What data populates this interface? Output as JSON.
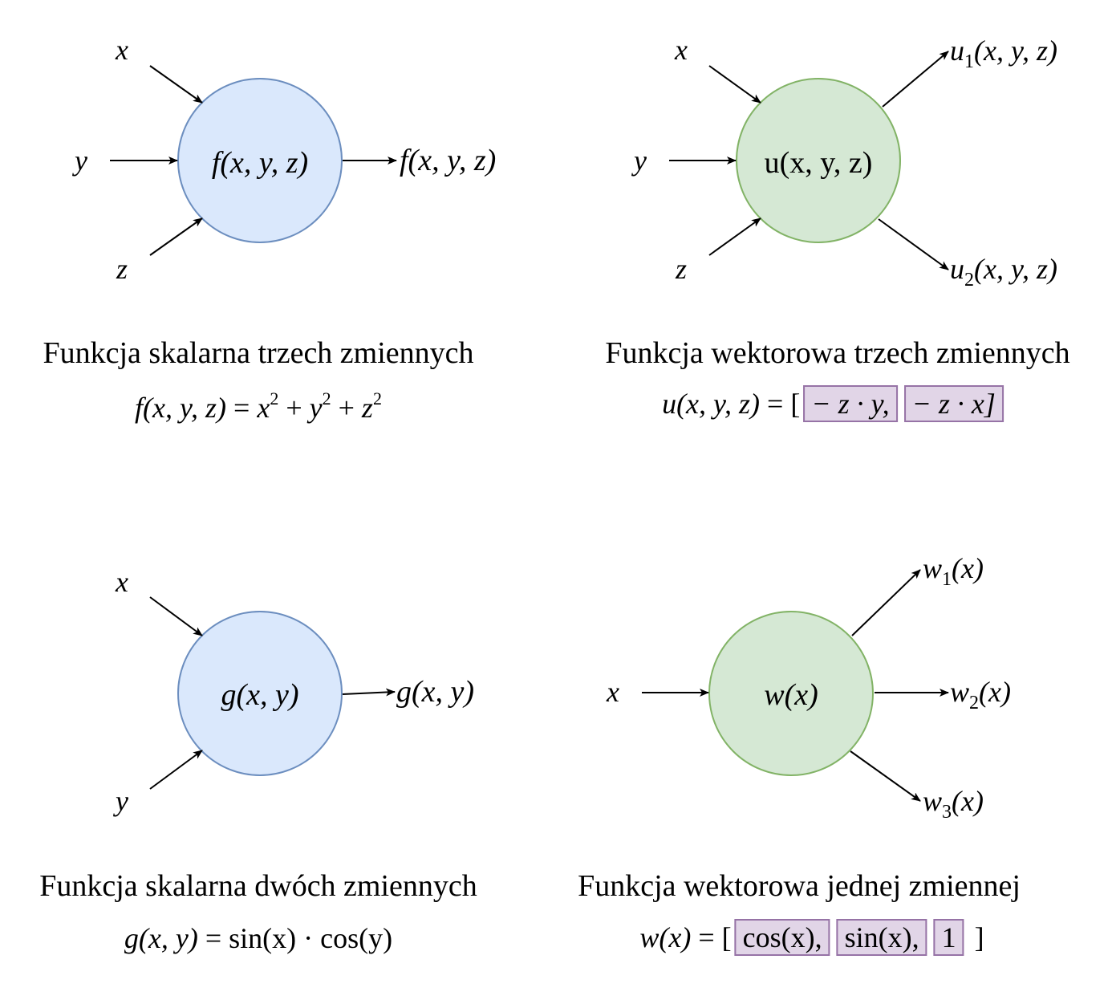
{
  "colors": {
    "blue_fill": "#dae8fc",
    "blue_stroke": "#6c8ebf",
    "green_fill": "#d5e8d4",
    "green_stroke": "#82b366",
    "purple_fill": "#e1d5e7",
    "purple_stroke": "#9673a6"
  },
  "panel1": {
    "inputs": [
      "x",
      "y",
      "z"
    ],
    "node": "f(x, y, z)",
    "output": "f(x, y, z)",
    "caption": "Funkcja skalarna trzech zmiennych",
    "formula": {
      "lhs": "f(x, y, z)",
      "eq": "=",
      "t1": "x",
      "p1": "2",
      "plus1": "+",
      "t2": "y",
      "p2": "2",
      "plus2": "+",
      "t3": "z",
      "p3": "2"
    }
  },
  "panel2": {
    "inputs": [
      "x",
      "y",
      "z"
    ],
    "node": "u(x, y, z)",
    "out1": {
      "name": "u",
      "sub": "1",
      "args": "(x, y, z)"
    },
    "out2": {
      "name": "u",
      "sub": "2",
      "args": "(x, y, z)"
    },
    "caption": "Funkcja wektorowa trzech zmiennych",
    "formula": {
      "lhs": "u(x, y, z)",
      "eq": "= [",
      "c1": "− z · y,",
      "c2": "− z · x]"
    }
  },
  "panel3": {
    "inputs": [
      "x",
      "y"
    ],
    "node": "g(x, y)",
    "output": "g(x, y)",
    "caption": "Funkcja skalarna dwóch zmiennych",
    "formula": {
      "lhs": "g(x, y)",
      "eq": "=",
      "a": "sin(x)",
      "dot": "·",
      "b": "cos(y)"
    }
  },
  "panel4": {
    "inputs": [
      "x"
    ],
    "node": "w(x)",
    "out1": {
      "name": "w",
      "sub": "1",
      "args": "(x)"
    },
    "out2": {
      "name": "w",
      "sub": "2",
      "args": "(x)"
    },
    "out3": {
      "name": "w",
      "sub": "3",
      "args": "(x)"
    },
    "caption": "Funkcja wektorowa jednej zmiennej",
    "formula": {
      "lhs": "w(x)",
      "eq": "= [",
      "c1": "cos(x),",
      "c2": "sin(x),",
      "c3": "1",
      "close": "]"
    }
  }
}
